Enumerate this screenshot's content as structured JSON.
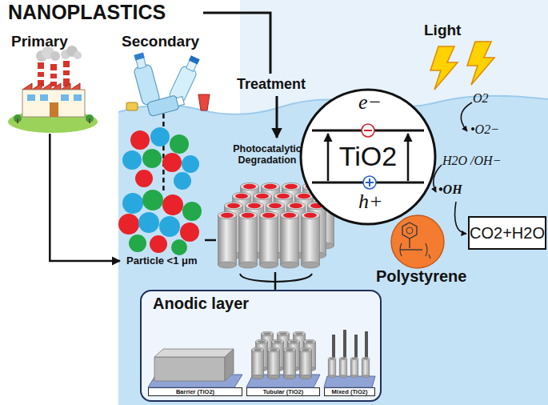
{
  "diagram": {
    "title": "NANOPLASTICS",
    "nodes": [
      {
        "text": [
          "Primary"
        ]
      },
      {
        "text": [
          "Secondary"
        ]
      },
      {
        "text": [
          "Particle <1 μm"
        ]
      },
      {
        "text": [
          "Photocatalytic Degradation"
        ]
      },
      {
        "text": [
          "TiO2",
          "e−",
          "h+"
        ]
      },
      {
        "text": [
          "Polystyrene"
        ]
      },
      {
        "text": [
          "CO2+H2O"
        ]
      },
      {
        "text": [
          "Anodic layer"
        ]
      },
      {
        "text": [
          "Barrier (TiO2)"
        ],
        "in": 7
      },
      {
        "text": [
          "Tubular (TiO2)"
        ],
        "in": 7
      },
      {
        "text": [
          "Mixed (TiO2)"
        ],
        "in": 7
      }
    ],
    "edges": [
      {
        "from": 0,
        "to": 2,
        "arrow": "to"
      },
      {
        "from": 1,
        "to": 2,
        "arrow": "none"
      },
      {
        "from": 2,
        "to": 3,
        "arrow": "none"
      },
      {
        "from": 3,
        "to": 7,
        "arrow": "none"
      }
    ],
    "labels": [
      "Treatment",
      "Light",
      "O2",
      "•O2−",
      "H2O /OH−",
      "•OH"
    ]
  }
}
